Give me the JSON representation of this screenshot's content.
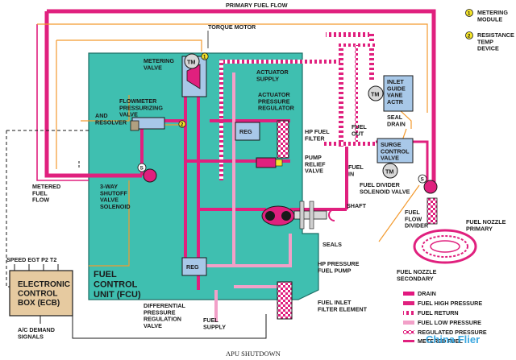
{
  "colors": {
    "fcu_fill": "#3fbfb0",
    "drain": "#e2187f",
    "pink": "#e0207e",
    "lowpressure": "#f2a0c8",
    "orange": "#f39a2e",
    "box": "#a8c8e8",
    "ecb": "#e6caa0",
    "temp": "#f4e42a"
  },
  "labels": {
    "primary_fuel_flow": "PRIMARY FUEL FLOW",
    "torque_motor": "TORQUE MOTOR",
    "metering_valve": "METERING\nVALVE",
    "actuator_supply": "ACTUATOR\nSUPPLY",
    "actuator_pressure_regulator": "ACTUATOR\nPRESSURE\nREGULATOR",
    "flowmeter": "FLOWMETER\nPRESSURIZING\nVALVE",
    "and_resolver": "AND\nRESOLVER",
    "hp_fuel_filter": "HP FUEL\nFILTER",
    "pump_relief_valve": "PUMP\nRELIEF\nVALVE",
    "fuel_out": "FUEL\nOUT",
    "fuel_in": "FUEL\nIN",
    "seal_drain": "SEAL\nDRAIN",
    "inlet_guide_vane": "INLET\nGUIDE\nVANE\nACTR",
    "surge_control_valve": "SURGE\nCONTROL\nVALVE",
    "fuel_divider_solenoid": "FUEL DIVIDER\nSOLENOID VALVE",
    "metered_fuel_flow": "METERED\nFUEL\nFLOW",
    "three_way_shutoff": "3-WAY\nSHUTOFF\nVALVE\nSOLENOID",
    "shaft": "SHAFT",
    "seals": "SEALS",
    "hp_pressure_pump": "HP PRESSURE\nFUEL PUMP",
    "fuel_flow_divider": "FUEL\nFLOW\nDIVIDER",
    "fuel_nozzle_primary": "FUEL NOZZLE\nPRIMARY",
    "fuel_nozzle_secondary": "FUEL NOZZLE\nSECONDARY",
    "fcu": "FUEL\nCONTROL\nUNIT (FCU)",
    "ecb": "ELECTRONIC\nCONTROL\nBOX (ECB)",
    "inputs": "SPEED  EGT   P2   T2",
    "ac_demand": "A/C DEMAND\nSIGNALS",
    "differential": "DIFFERENTIAL\nPRESSURE\nREGULATION\nVALVE",
    "fuel_supply": "FUEL\nSUPPLY",
    "fuel_inlet_filter": "FUEL INLET\nFILTER ELEMENT",
    "reg": "REG",
    "tm": "TM",
    "s": "S",
    "caption": "APU SHUTDOWN",
    "watermark": "China Flier"
  },
  "callouts": [
    {
      "num": "1",
      "text": "METERING\nMODULE"
    },
    {
      "num": "2",
      "text": "RESISTANCE\nTEMP\nDEVICE"
    }
  ],
  "legend": [
    {
      "label": "DRAIN",
      "color": "#e2187f",
      "style": "dash"
    },
    {
      "label": "FUEL HIGH PRESSURE",
      "color": "#e0207e",
      "style": "solid"
    },
    {
      "label": "FUEL RETURN",
      "color": "#e0207e",
      "style": "stripe"
    },
    {
      "label": "FUEL LOW PRESSURE",
      "color": "#f2a0c8",
      "style": "light"
    },
    {
      "label": "REGULATED PRESSURE",
      "color": "#e0207e",
      "style": "check"
    },
    {
      "label": "METERED FUEL",
      "color": "#e0207e",
      "style": "thin"
    }
  ]
}
